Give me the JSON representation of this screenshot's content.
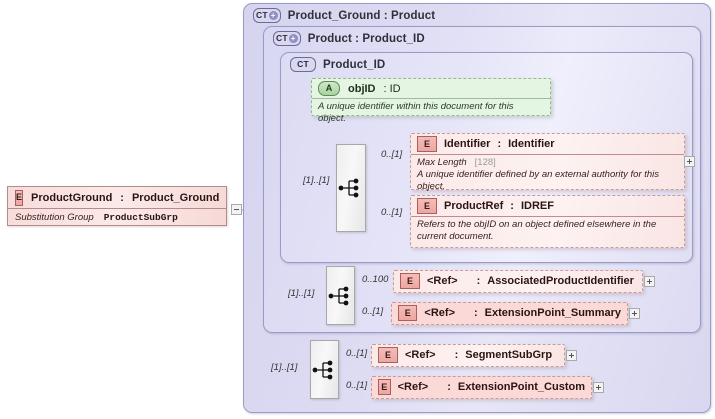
{
  "diagram": {
    "type": "xsd-schema-diagram",
    "title": "Product_Ground : Product"
  },
  "root_element": {
    "icon": "element-icon",
    "name": "ProductGround",
    "separator": ":",
    "type": "Product_Ground",
    "facet_label": "Substitution Group",
    "facet_value": "ProductSubGrp",
    "collapse_toggle": "minus"
  },
  "containers": [
    {
      "icon": "complex-type-icon",
      "icon_label": "CT",
      "expandable": true,
      "title": "Product_Ground : Product",
      "level": 1
    },
    {
      "icon": "complex-type-icon",
      "icon_label": "CT",
      "expandable": true,
      "title": "Product  : Product_ID",
      "level": 2
    },
    {
      "icon": "complex-type-icon",
      "icon_label": "CT",
      "expandable": false,
      "title": "Product_ID",
      "level": 3
    }
  ],
  "attribute": {
    "icon": "attribute-icon",
    "icon_label": "A",
    "name": "objID",
    "separator": ": ID",
    "type": "ID",
    "documentation": "A unique identifier within this document for this object."
  },
  "compositors": [
    {
      "id": "compositor-product-id",
      "kind": "sequence-icon",
      "cardinality": "[1]..[1]"
    },
    {
      "id": "compositor-summary",
      "kind": "sequence-icon",
      "cardinality": "[1]..[1]"
    },
    {
      "id": "compositor-custom",
      "kind": "sequence-icon",
      "cardinality": "[1]..[1]"
    }
  ],
  "elements": [
    {
      "id": "identifier",
      "icon": "element-icon",
      "icon_label": "E",
      "name": "Identifier",
      "separator": ":",
      "type": "Identifier",
      "cardinality": "0..[1]",
      "facet_label": "Max Length",
      "facet_value": "[128]",
      "documentation": "A unique identifier defined by an external authority for this object.",
      "expand_toggle": "plus"
    },
    {
      "id": "product-ref",
      "icon": "element-icon",
      "icon_label": "E",
      "name": "ProductRef",
      "separator": ":",
      "type": "IDREF",
      "cardinality": "0..[1]",
      "documentation": "Refers to the objID on an object defined elsewhere in the current document.",
      "expand_toggle": null
    },
    {
      "id": "associated-product-identifier",
      "icon": "element-icon",
      "icon_label": "E",
      "name": "<Ref>",
      "separator": ":",
      "type": "AssociatedProductIdentifier",
      "cardinality": "0..100",
      "expand_toggle": "plus"
    },
    {
      "id": "extension-point-summary",
      "icon": "element-icon",
      "icon_label": "E",
      "name": "<Ref>",
      "separator": ":",
      "type": "ExtensionPoint_Summary",
      "cardinality": "0..[1]",
      "expand_toggle": "plus"
    },
    {
      "id": "segment-sub-grp",
      "icon": "element-icon",
      "icon_label": "E",
      "name": "<Ref>",
      "separator": ":",
      "type": "SegmentSubGrp",
      "cardinality": "0..[1]",
      "expand_toggle": "plus"
    },
    {
      "id": "extension-point-custom",
      "icon": "element-icon",
      "icon_label": "E",
      "name": "<Ref>",
      "separator": ":",
      "type": "ExtensionPoint_Custom",
      "cardinality": "0..[1]",
      "expand_toggle": "plus"
    }
  ],
  "colors": {
    "container_bg": "#e0dff4",
    "container_border": "#9a9ac4",
    "element_pink": "#fbd9d6",
    "element_pale": "#fdf2f1",
    "attribute_green": "#e4f5e2",
    "compositor_gray": "#f0f0f0",
    "wire": "#8f8fb5"
  }
}
